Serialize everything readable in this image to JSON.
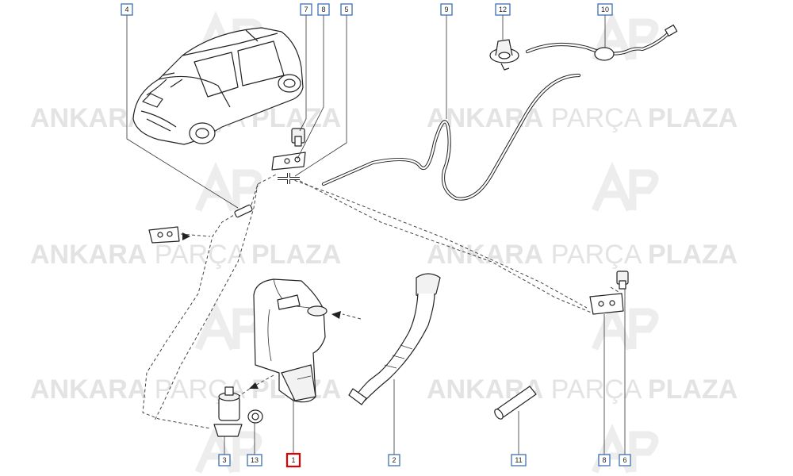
{
  "watermark": {
    "brand_word_1": "ANKARA",
    "brand_word_2": "PARÇA",
    "brand_word_3": "PLAZA",
    "logo_letters": "AP",
    "color": "#e3e3e3"
  },
  "callouts": [
    {
      "id": "c1",
      "label": "1",
      "highlighted": true
    },
    {
      "id": "c2",
      "label": "2",
      "highlighted": false
    },
    {
      "id": "c3",
      "label": "3",
      "highlighted": false
    },
    {
      "id": "c4",
      "label": "4",
      "highlighted": false
    },
    {
      "id": "c5",
      "label": "5",
      "highlighted": false
    },
    {
      "id": "c6",
      "label": "6",
      "highlighted": false
    },
    {
      "id": "c7",
      "label": "7",
      "highlighted": false
    },
    {
      "id": "c8a",
      "label": "8",
      "highlighted": false
    },
    {
      "id": "c8b",
      "label": "8",
      "highlighted": false
    },
    {
      "id": "c9",
      "label": "9",
      "highlighted": false
    },
    {
      "id": "c10",
      "label": "10",
      "highlighted": false
    },
    {
      "id": "c11",
      "label": "11",
      "highlighted": false
    },
    {
      "id": "c12",
      "label": "12",
      "highlighted": false
    },
    {
      "id": "c13",
      "label": "13",
      "highlighted": false
    }
  ],
  "colors": {
    "callout_border": "#3b6fb0",
    "highlight_border": "#e00000",
    "line": "#222222"
  }
}
